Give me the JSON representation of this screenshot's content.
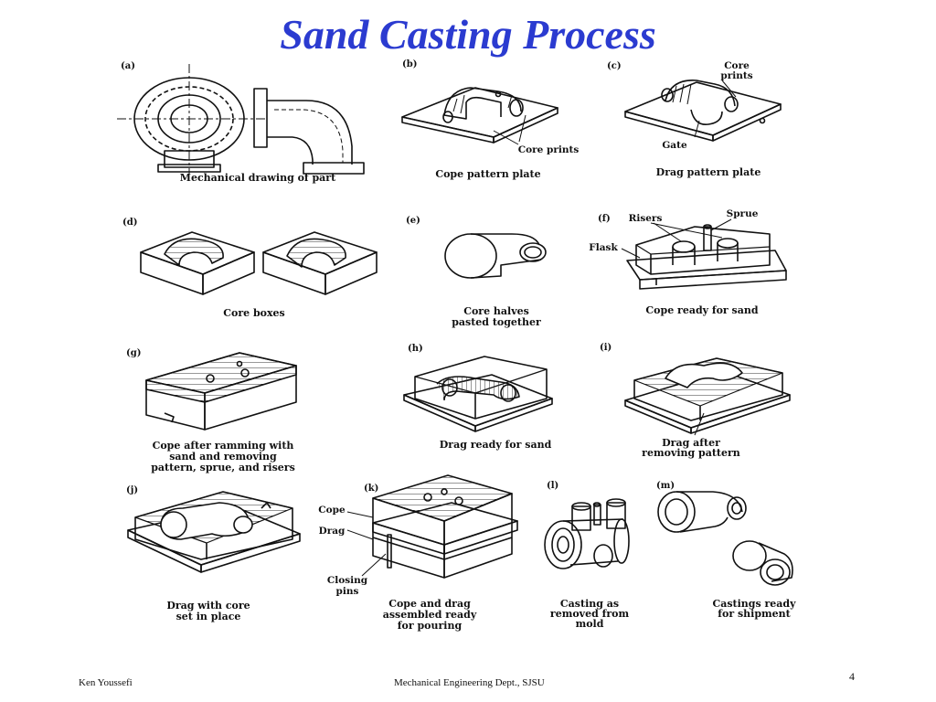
{
  "title": "Sand Casting Process",
  "panels": {
    "a": {
      "tag": "(a)",
      "caption": [
        "Mechanical drawing of part"
      ]
    },
    "b": {
      "tag": "(b)",
      "caption": [
        "Cope pattern plate"
      ],
      "annotations": [
        "Core prints"
      ]
    },
    "c": {
      "tag": "(c)",
      "caption": [
        "Drag pattern plate"
      ],
      "annotations": [
        "Core",
        "prints",
        "Gate"
      ]
    },
    "d": {
      "tag": "(d)",
      "caption": [
        "Core boxes"
      ]
    },
    "e": {
      "tag": "(e)",
      "caption": [
        "Core halves",
        "pasted together"
      ]
    },
    "f": {
      "tag": "(f)",
      "caption": [
        "Cope ready for sand"
      ],
      "annotations": [
        "Risers",
        "Sprue",
        "Flask"
      ]
    },
    "g": {
      "tag": "(g)",
      "caption": [
        "Cope after ramming with",
        "sand and removing",
        "pattern, sprue, and risers"
      ]
    },
    "h": {
      "tag": "(h)",
      "caption": [
        "Drag ready for sand"
      ]
    },
    "i": {
      "tag": "(i)",
      "caption": [
        "Drag after",
        "removing pattern"
      ]
    },
    "j": {
      "tag": "(j)",
      "caption": [
        "Drag with core",
        "set in place"
      ]
    },
    "k": {
      "tag": "(k)",
      "caption": [
        "Cope and drag",
        "assembled ready",
        "for pouring"
      ],
      "annotations": [
        "Cope",
        "Drag",
        "Closing",
        "pins"
      ]
    },
    "l": {
      "tag": "(l)",
      "caption": [
        "Casting as",
        "removed from",
        "mold"
      ]
    },
    "m": {
      "tag": "(m)",
      "caption": [
        "Castings ready",
        "for shipment"
      ]
    }
  },
  "footer": {
    "author": "Ken Youssefi",
    "department": "Mechanical Engineering Dept., SJSU",
    "page": "4"
  }
}
